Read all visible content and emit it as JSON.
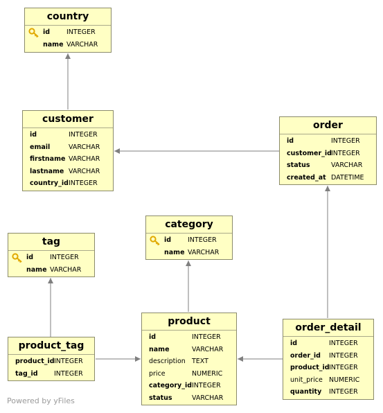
{
  "entities": {
    "country": {
      "title": "country",
      "fields": [
        {
          "name": "id",
          "type": "INTEGER",
          "pk": true,
          "bold": true
        },
        {
          "name": "name",
          "type": "VARCHAR",
          "pk": false,
          "bold": true
        }
      ]
    },
    "customer": {
      "title": "customer",
      "fields": [
        {
          "name": "id",
          "type": "INTEGER",
          "pk": false,
          "bold": true
        },
        {
          "name": "email",
          "type": "VARCHAR",
          "pk": false,
          "bold": true
        },
        {
          "name": "firstname",
          "type": "VARCHAR",
          "pk": false,
          "bold": true
        },
        {
          "name": "lastname",
          "type": "VARCHAR",
          "pk": false,
          "bold": true
        },
        {
          "name": "country_id",
          "type": "INTEGER",
          "pk": false,
          "bold": true
        }
      ]
    },
    "order": {
      "title": "order",
      "fields": [
        {
          "name": "id",
          "type": "INTEGER",
          "pk": false,
          "bold": true
        },
        {
          "name": "customer_id",
          "type": "INTEGER",
          "pk": false,
          "bold": true
        },
        {
          "name": "status",
          "type": "VARCHAR",
          "pk": false,
          "bold": true
        },
        {
          "name": "created_at",
          "type": "DATETIME",
          "pk": false,
          "bold": true
        }
      ]
    },
    "category": {
      "title": "category",
      "fields": [
        {
          "name": "id",
          "type": "INTEGER",
          "pk": true,
          "bold": true
        },
        {
          "name": "name",
          "type": "VARCHAR",
          "pk": false,
          "bold": true
        }
      ]
    },
    "tag": {
      "title": "tag",
      "fields": [
        {
          "name": "id",
          "type": "INTEGER",
          "pk": true,
          "bold": true
        },
        {
          "name": "name",
          "type": "VARCHAR",
          "pk": false,
          "bold": true
        }
      ]
    },
    "product_tag": {
      "title": "product_tag",
      "fields": [
        {
          "name": "product_id",
          "type": "INTEGER",
          "pk": false,
          "bold": true
        },
        {
          "name": "tag_id",
          "type": "INTEGER",
          "pk": false,
          "bold": true
        }
      ]
    },
    "product": {
      "title": "product",
      "fields": [
        {
          "name": "id",
          "type": "INTEGER",
          "pk": false,
          "bold": true
        },
        {
          "name": "name",
          "type": "VARCHAR",
          "pk": false,
          "bold": true
        },
        {
          "name": "description",
          "type": "TEXT",
          "pk": false,
          "bold": false
        },
        {
          "name": "price",
          "type": "NUMERIC",
          "pk": false,
          "bold": false
        },
        {
          "name": "category_id",
          "type": "INTEGER",
          "pk": false,
          "bold": true
        },
        {
          "name": "status",
          "type": "VARCHAR",
          "pk": false,
          "bold": true
        }
      ]
    },
    "order_detail": {
      "title": "order_detail",
      "fields": [
        {
          "name": "id",
          "type": "INTEGER",
          "pk": false,
          "bold": true
        },
        {
          "name": "order_id",
          "type": "INTEGER",
          "pk": false,
          "bold": true
        },
        {
          "name": "product_id",
          "type": "INTEGER",
          "pk": false,
          "bold": true
        },
        {
          "name": "unit_price",
          "type": "NUMERIC",
          "pk": false,
          "bold": false
        },
        {
          "name": "quantity",
          "type": "INTEGER",
          "pk": false,
          "bold": true
        }
      ]
    }
  },
  "relationships": [
    {
      "from": "customer",
      "to": "country"
    },
    {
      "from": "order",
      "to": "customer"
    },
    {
      "from": "product",
      "to": "category"
    },
    {
      "from": "product_tag",
      "to": "tag"
    },
    {
      "from": "product_tag",
      "to": "product"
    },
    {
      "from": "order_detail",
      "to": "product"
    },
    {
      "from": "order_detail",
      "to": "order"
    }
  ],
  "footer": "Powered by yFiles",
  "colors": {
    "entity_fill": "#ffffc4",
    "entity_border": "#8a8a6a",
    "edge": "#7f7f7f",
    "key_icon": "#e0a800"
  }
}
